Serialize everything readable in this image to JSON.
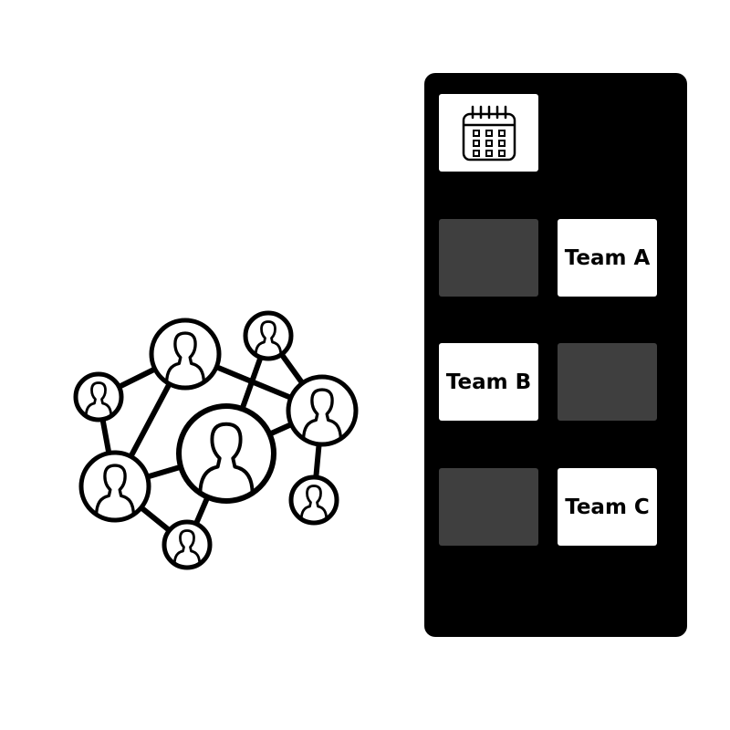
{
  "panel": {
    "cells": [
      {
        "label": "Team A",
        "color": "#ffffff"
      },
      {
        "label": "Team B",
        "color": "#ffffff"
      },
      {
        "label": "Team C",
        "color": "#ffffff"
      }
    ],
    "placeholder_color": "#3f3f3f",
    "background_color": "#000000"
  },
  "icons": {
    "calendar": "calendar-icon",
    "network": "people-network-icon"
  }
}
